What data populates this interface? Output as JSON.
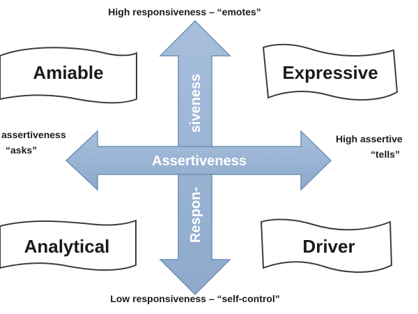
{
  "quadrants": {
    "top_left": "Amiable",
    "top_right": "Expressive",
    "bottom_left": "Analytical",
    "bottom_right": "Driver"
  },
  "captions": {
    "top": "High responsiveness – “emotes”",
    "bottom": "Low responsiveness – “self-control”",
    "left_line1": "assertiveness",
    "left_line2": "“asks”",
    "right_line1": "High assertive",
    "right_line2": "“tells”"
  },
  "axes": {
    "horizontal_label": "Assertiveness",
    "vertical_label_top": "siveness",
    "vertical_label_bottom": "Respon-"
  },
  "colors": {
    "arrow_fill": "#9bb4d3",
    "arrow_stroke": "#6f8fb4",
    "banner_border": "#3b3b3b",
    "text": "#1a1a1a"
  }
}
